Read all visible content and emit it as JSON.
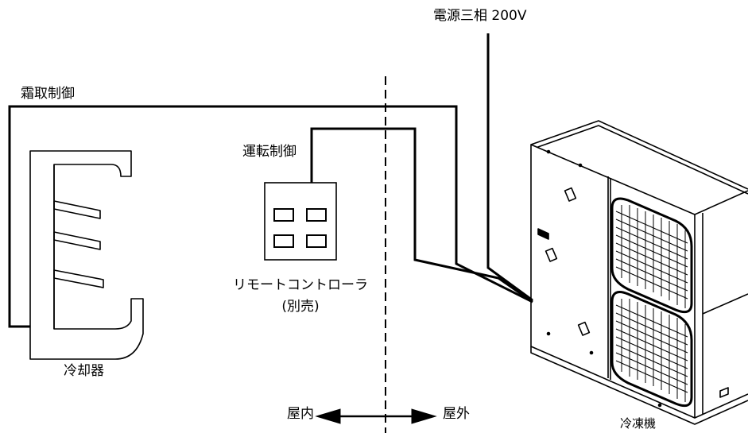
{
  "labels": {
    "power_supply": "電源三相 200V",
    "defrost_control": "霜取制御",
    "operation_control": "運転制御",
    "remote_controller": "リモートコントローラ",
    "sold_separately": "(別売)",
    "cooler": "冷却器",
    "indoor": "屋内",
    "outdoor": "屋外",
    "condensing_unit": "冷凍機"
  },
  "colors": {
    "line": "#000000",
    "background": "#ffffff"
  }
}
